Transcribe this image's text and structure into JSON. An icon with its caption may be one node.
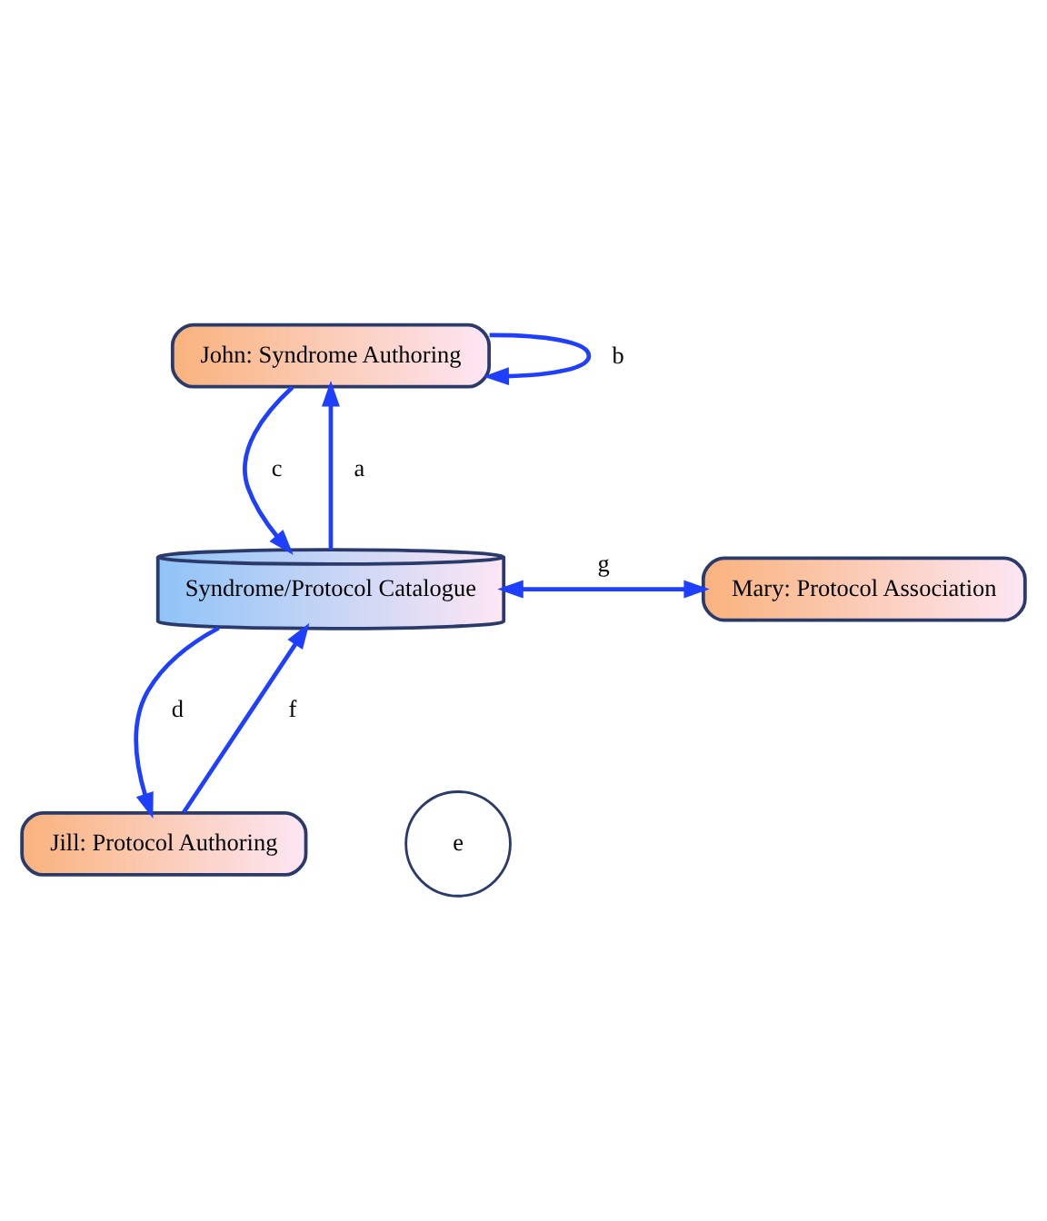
{
  "diagram": {
    "nodes": [
      {
        "text": [
          "John: Syndrome Authoring"
        ]
      },
      {
        "text": [
          "Syndrome/Protocol Catalogue"
        ]
      },
      {
        "text": [
          "Mary: Protocol Association"
        ]
      },
      {
        "text": [
          "Jill: Protocol Authoring"
        ]
      }
    ],
    "edges": [
      {
        "from": 1,
        "to": 0,
        "arrow": "to",
        "label": "a"
      },
      {
        "from": 0,
        "to": 0,
        "arrow": "to",
        "label": "b"
      },
      {
        "from": 0,
        "to": 1,
        "arrow": "to",
        "label": "c"
      },
      {
        "from": 1,
        "to": 2,
        "arrow": "both",
        "label": "g"
      },
      {
        "from": 1,
        "to": 3,
        "arrow": "to",
        "label": "d"
      },
      {
        "from": 3,
        "to": 1,
        "arrow": "to",
        "label": "f"
      }
    ],
    "labels": [
      "e"
    ]
  }
}
